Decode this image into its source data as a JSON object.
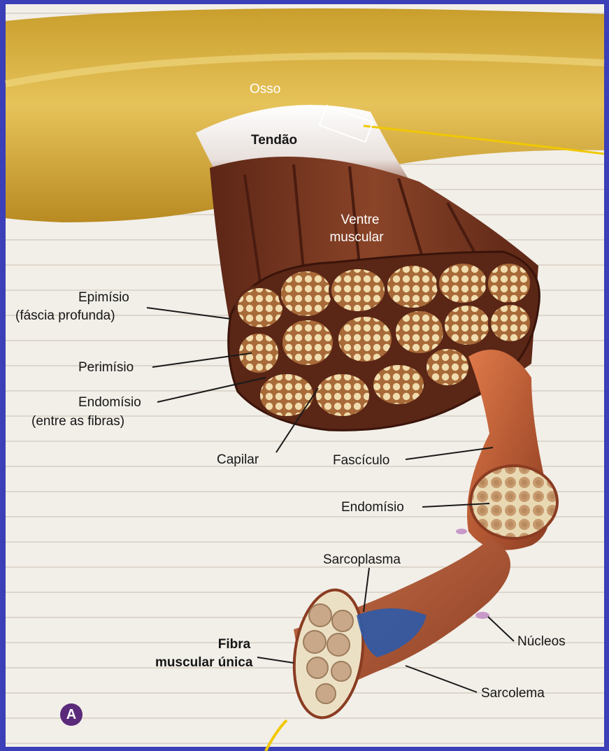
{
  "labels": {
    "osso": "Osso",
    "tendao": "Tendão",
    "ventre_1": "Ventre",
    "ventre_2": "muscular",
    "epimisio_1": "Epimísio",
    "epimisio_2": "(fáscia profunda)",
    "perimisio": "Perimísio",
    "endomisio_1": "Endomísio",
    "endomisio_2": "(entre as fibras)",
    "capilar": "Capilar",
    "fasciculo": "Fascículo",
    "endomisio_fasc": "Endomísio",
    "sarcoplasma": "Sarcoplasma",
    "fibra_1": "Fibra",
    "fibra_2": "muscular única",
    "nucleos": "Núcleos",
    "sarcolema": "Sarcolema"
  },
  "badge": "A",
  "colors": {
    "frame": "#3b3fb8",
    "page": "#f2efe9",
    "bone": "#d8b23e",
    "muscle": "#7a3a22",
    "muscle_light": "#b86a44",
    "fascicle_fill": "#e8c99a",
    "fiber_blue": "#2f5aa8",
    "leader_yellow": "#f0c800"
  }
}
